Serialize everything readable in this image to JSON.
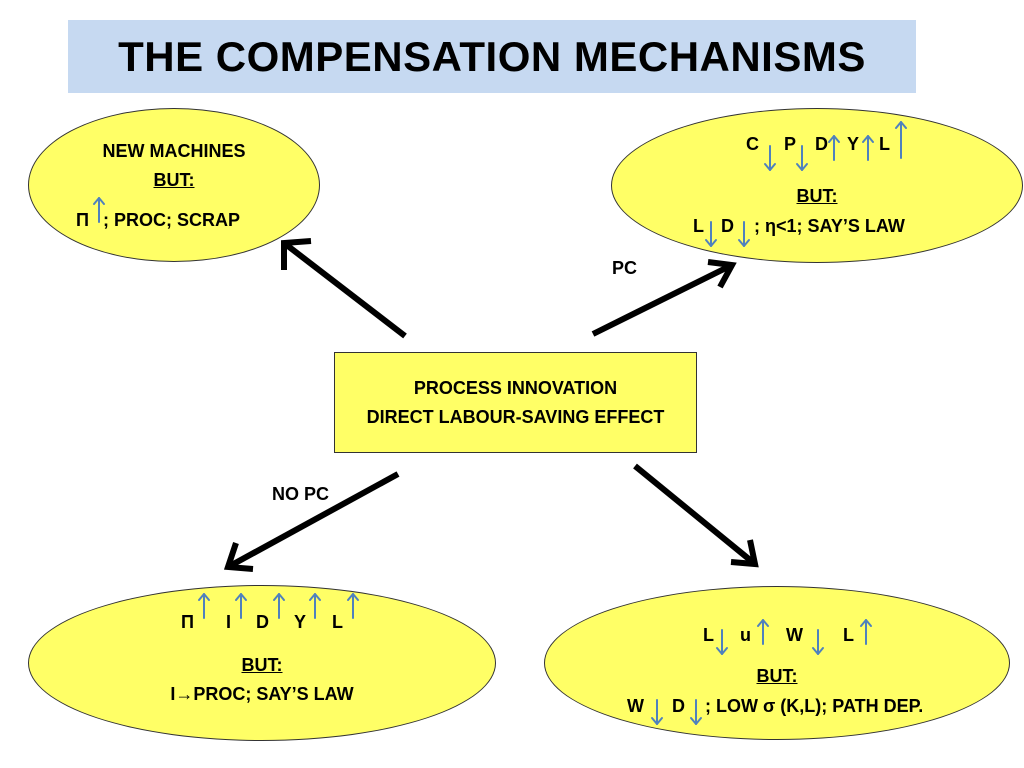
{
  "title": "THE COMPENSATION MECHANISMS",
  "center": {
    "line1": "PROCESS INNOVATION",
    "line2": "DIRECT LABOUR-SAVING EFFECT"
  },
  "labels": {
    "pc": "PC",
    "no_pc": "NO PC"
  },
  "top_left": {
    "line1": "NEW MACHINES",
    "but": "BUT:",
    "pi": "Π",
    "rest": ";  PROC;  SCRAP"
  },
  "top_right": {
    "c": "C",
    "p": "P",
    "d": "D",
    "y": "Y",
    "l": "L",
    "but": "BUT:",
    "b_l": "L",
    "b_d": "D",
    "b_rest": ";  η<1;  SAY’S LAW"
  },
  "bottom_left": {
    "pi": "Π",
    "i": "I",
    "d": "D",
    "y": "Y",
    "l": "L",
    "but": "BUT:",
    "line2": "I→PROC;  SAY’S LAW"
  },
  "bottom_right": {
    "l": "L",
    "u": "u",
    "w": "W",
    "l2": "L",
    "but": "BUT:",
    "b_w": "W",
    "b_d": "D",
    "b_rest": ";  LOW σ (K,L); PATH DEP."
  },
  "colors": {
    "title_bg": "#c6d9f1",
    "shape_fill": "#ffff66",
    "arrow_small": "#4f81bd"
  }
}
